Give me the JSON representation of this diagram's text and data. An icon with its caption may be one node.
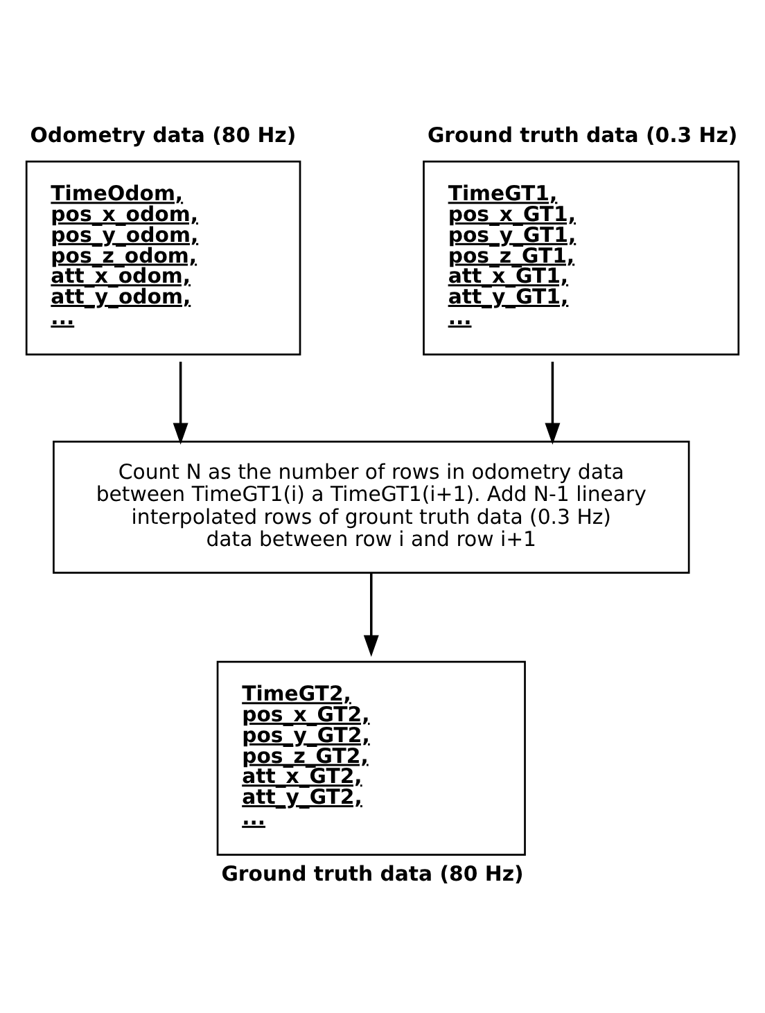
{
  "diagram": {
    "nodes": [
      {
        "text": [
          "Odometry data (80 Hz)",
          "TimeOdom,",
          "pos_x_odom,",
          "pos_y_odom,",
          "pos_z_odom,",
          "att_x_odom,",
          "att_y_odom,",
          "..."
        ]
      },
      {
        "text": [
          "Ground truth data (0.3 Hz)",
          "TimeGT1,",
          "pos_x_GT1,",
          "pos_y_GT1,",
          "pos_z_GT1,",
          "att_x_GT1,",
          "att_y_GT1,",
          "..."
        ]
      },
      {
        "text": [
          "Count N as the number of rows in odometry data between TimeGT1(i) a TimeGT1(i+1). Add N-1 lineary interpolated rows of grount truth data (0.3 Hz) data between row i and row i+1"
        ]
      },
      {
        "text": [
          "TimeGT2,",
          "pos_x_GT2,",
          "pos_y_GT2,",
          "pos_z_GT2,",
          "att_x_GT2,",
          "att_y_GT2,",
          "...",
          "Ground truth data (80 Hz)"
        ]
      }
    ],
    "edges": [
      {
        "from": 0,
        "to": 2,
        "arrow": "to"
      },
      {
        "from": 1,
        "to": 2,
        "arrow": "to"
      },
      {
        "from": 2,
        "to": 3,
        "arrow": "to"
      }
    ]
  }
}
